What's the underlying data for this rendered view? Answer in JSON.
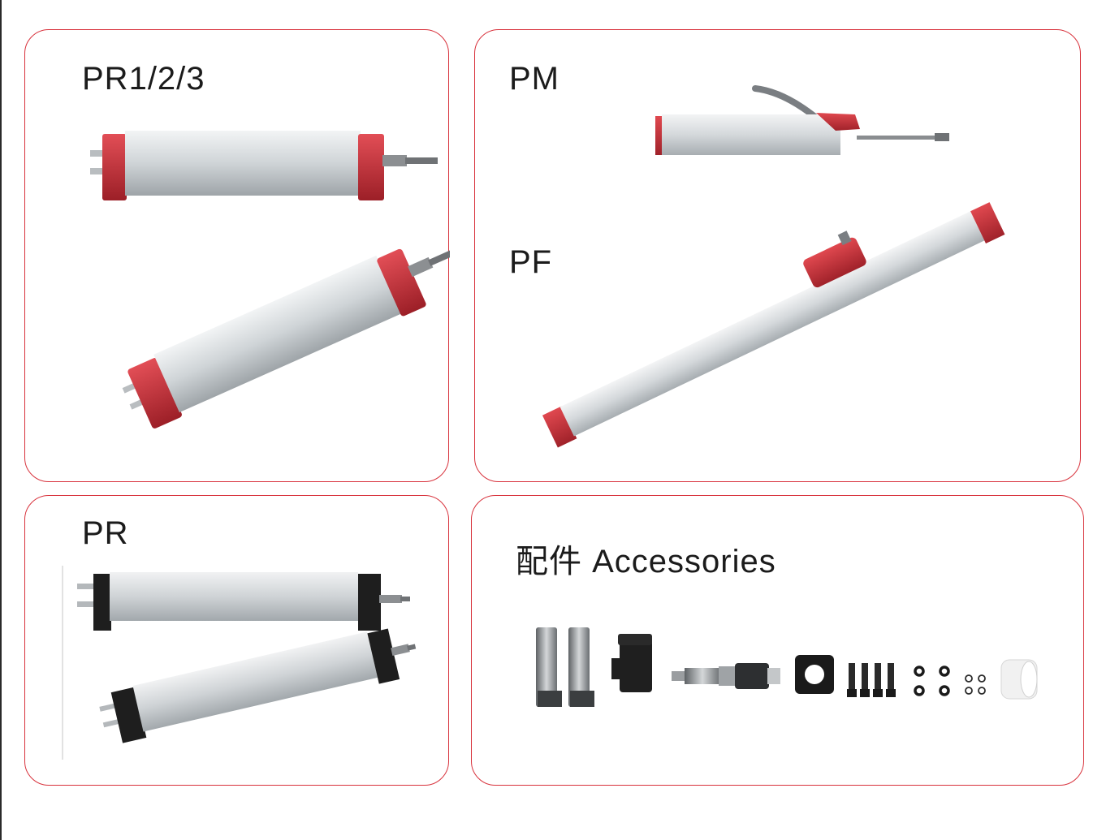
{
  "panels": {
    "pr123": {
      "title": "PR1/2/3"
    },
    "pm": {
      "title": "PM"
    },
    "pf": {
      "title": "PF"
    },
    "pr": {
      "title": "PR"
    },
    "accessories": {
      "title": "配件 Accessories"
    }
  },
  "colors": {
    "border": "#d8323c",
    "end_cap_red": "#c8303a",
    "end_cap_black": "#1e1e1e",
    "body_aluminum": "#d9dde0"
  },
  "icons": [
    "sensor-pr123-icon",
    "sensor-pm-icon",
    "sensor-pf-icon",
    "sensor-pr-icon",
    "mounting-bracket-icon",
    "connector-plug-icon",
    "rod-joint-icon",
    "gasket-icon",
    "screw-icon",
    "o-ring-icon",
    "sleeve-icon"
  ]
}
